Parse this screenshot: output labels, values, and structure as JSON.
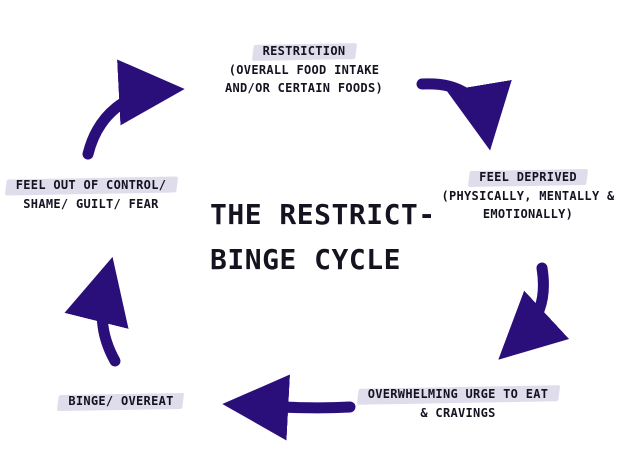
{
  "title": {
    "line1": "The Restrict-",
    "line2": "Binge Cycle"
  },
  "steps": [
    {
      "label": "Restriction",
      "detail_line1": "(overall Food Intake",
      "detail_line2": "and/or Certain Foods)"
    },
    {
      "label": "Feel Deprived",
      "detail_line1": "(Physically, Mentally &",
      "detail_line2": "Emotionally)"
    },
    {
      "label": "Overwhelming Urge to Eat",
      "detail_line1": "& Cravings"
    },
    {
      "label": "Binge/ Overeat"
    },
    {
      "label": "Feel Out of Control/",
      "detail_line1": "Shame/ Guilt/ Fear"
    }
  ],
  "colors": {
    "arrow": "#2a0f7a",
    "label_highlight": "#dfddeb",
    "text": "#161320"
  }
}
